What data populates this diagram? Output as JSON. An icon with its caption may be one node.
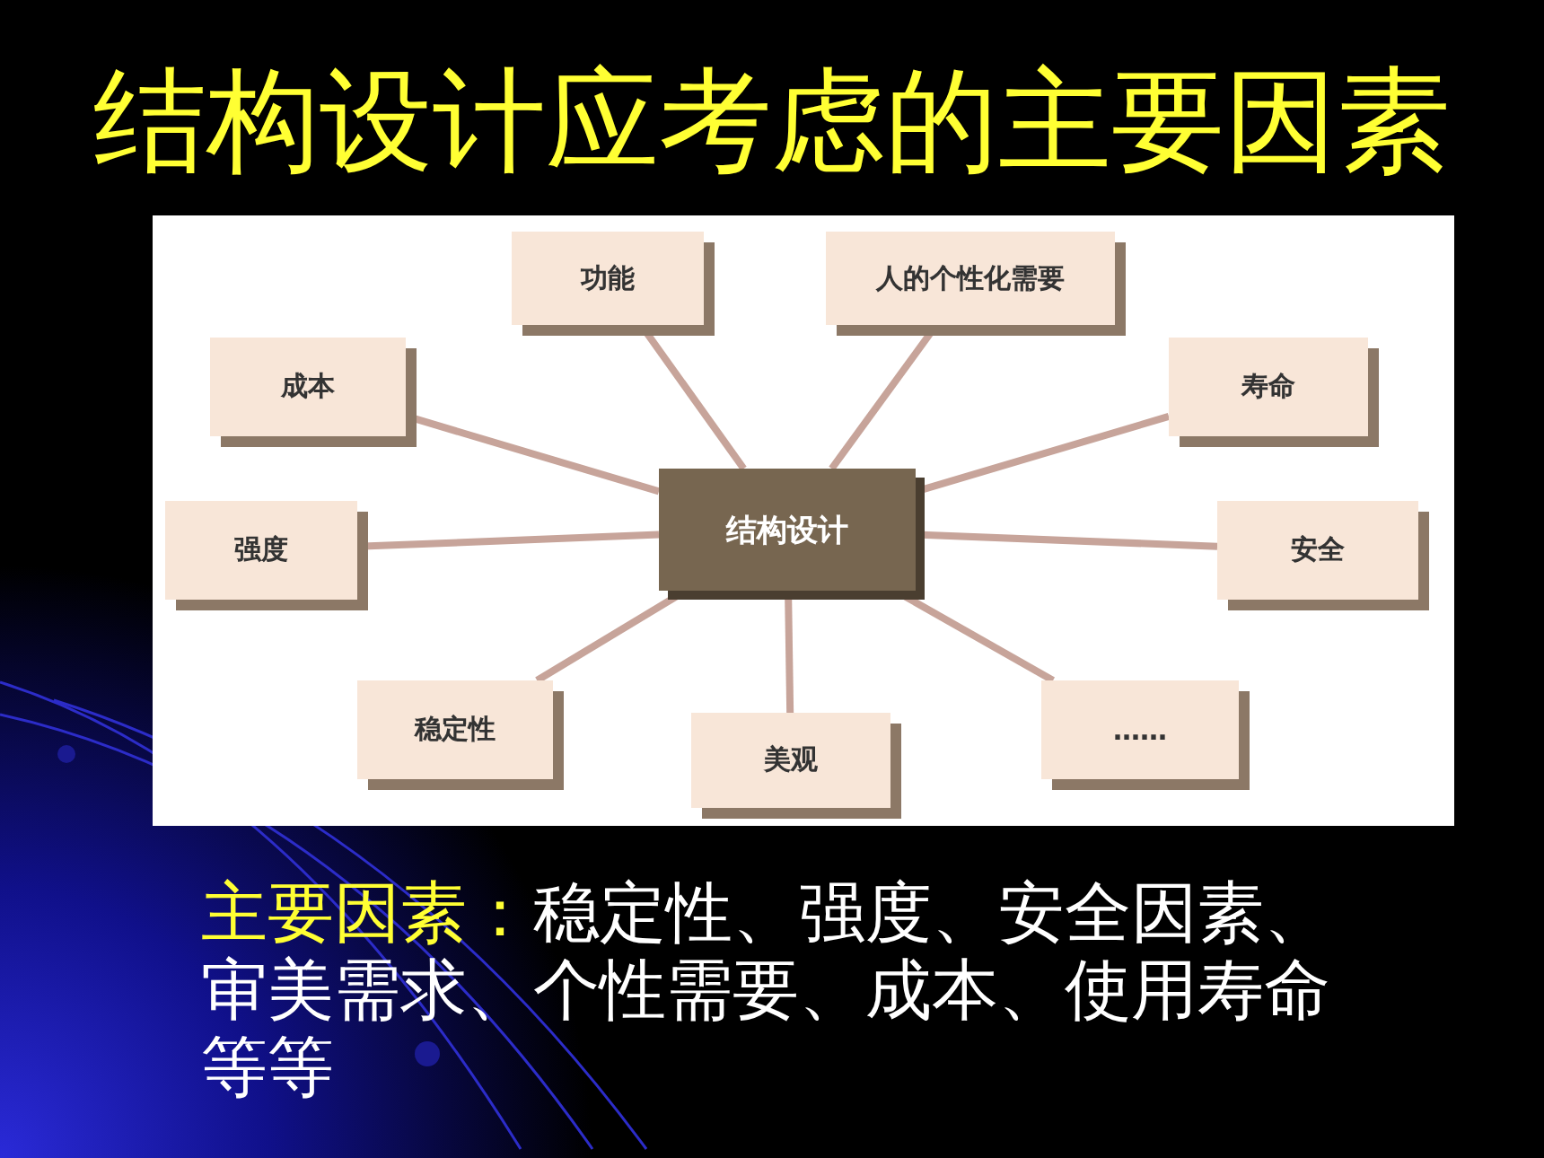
{
  "diagram": {
    "title": "结构设计应考虑的主要因素",
    "nodes": [
      {
        "text": [
          "结构设计"
        ]
      },
      {
        "text": [
          "功能"
        ]
      },
      {
        "text": [
          "人的个性化需要"
        ]
      },
      {
        "text": [
          "成本"
        ]
      },
      {
        "text": [
          "寿命"
        ]
      },
      {
        "text": [
          "强度"
        ]
      },
      {
        "text": [
          "安全"
        ]
      },
      {
        "text": [
          "稳定性"
        ]
      },
      {
        "text": [
          "美观"
        ]
      },
      {
        "text": [
          "……"
        ]
      }
    ],
    "edges": [
      {
        "from": 0,
        "to": 1,
        "arrow": "none"
      },
      {
        "from": 0,
        "to": 2,
        "arrow": "none"
      },
      {
        "from": 0,
        "to": 3,
        "arrow": "none"
      },
      {
        "from": 0,
        "to": 4,
        "arrow": "none"
      },
      {
        "from": 0,
        "to": 5,
        "arrow": "none"
      },
      {
        "from": 0,
        "to": 6,
        "arrow": "none"
      },
      {
        "from": 0,
        "to": 7,
        "arrow": "none"
      },
      {
        "from": 0,
        "to": 8,
        "arrow": "none"
      },
      {
        "from": 0,
        "to": 9,
        "arrow": "none"
      }
    ],
    "labels": [
      "主要因素：",
      "稳定性、强度、安全因素、审美需求、个性需要、成本、使用寿命等等"
    ]
  }
}
